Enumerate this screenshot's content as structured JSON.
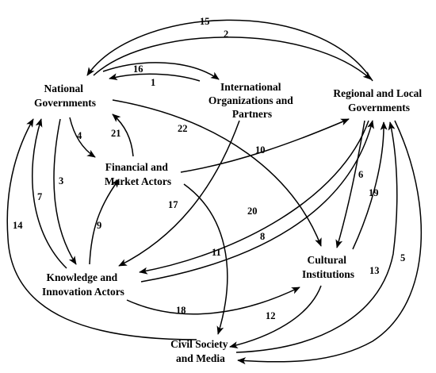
{
  "nodes": {
    "national_governments": {
      "lines": [
        "National",
        "Governments"
      ]
    },
    "international_organizations": {
      "lines": [
        "International",
        "Organizations and",
        "Partners"
      ]
    },
    "regional_local_governments": {
      "lines": [
        "Regional and Local",
        "Governments"
      ]
    },
    "financial_market_actors": {
      "lines": [
        "Financial and",
        "Market Actors"
      ]
    },
    "knowledge_innovation_actors": {
      "lines": [
        "Knowledge and",
        "Innovation Actors"
      ]
    },
    "cultural_institutions": {
      "lines": [
        "Cultural",
        "Institutions"
      ]
    },
    "civil_society_media": {
      "lines": [
        "Civil Society",
        "and Media"
      ]
    }
  },
  "edges": [
    {
      "label": "1",
      "from": "international_organizations",
      "to": "national_governments"
    },
    {
      "label": "2",
      "from": "national_governments",
      "to": "regional_local_governments"
    },
    {
      "label": "3",
      "from": "national_governments",
      "to": "knowledge_innovation_actors"
    },
    {
      "label": "4",
      "from": "national_governments",
      "to": "financial_market_actors"
    },
    {
      "label": "5",
      "from": "regional_local_governments",
      "to": "civil_society_media"
    },
    {
      "label": "6",
      "from": "regional_local_governments",
      "to": "cultural_institutions"
    },
    {
      "label": "7",
      "from": "knowledge_innovation_actors",
      "to": "national_governments"
    },
    {
      "label": "8",
      "from": "knowledge_innovation_actors",
      "to": "regional_local_governments"
    },
    {
      "label": "9",
      "from": "knowledge_innovation_actors",
      "to": "financial_market_actors"
    },
    {
      "label": "10",
      "from": "financial_market_actors",
      "to": "regional_local_governments"
    },
    {
      "label": "11",
      "from": "financial_market_actors",
      "to": "civil_society_media"
    },
    {
      "label": "12",
      "from": "cultural_institutions",
      "to": "civil_society_media"
    },
    {
      "label": "13",
      "from": "civil_society_media",
      "to": "regional_local_governments"
    },
    {
      "label": "14",
      "from": "civil_society_media",
      "to": "national_governments"
    },
    {
      "label": "15",
      "from": "regional_local_governments",
      "to": "national_governments"
    },
    {
      "label": "16",
      "from": "national_governments",
      "to": "international_organizations"
    },
    {
      "label": "17",
      "from": "international_organizations",
      "to": "knowledge_innovation_actors"
    },
    {
      "label": "18",
      "from": "knowledge_innovation_actors",
      "to": "cultural_institutions"
    },
    {
      "label": "19",
      "from": "cultural_institutions",
      "to": "regional_local_governments"
    },
    {
      "label": "20",
      "from": "regional_local_governments",
      "to": "knowledge_innovation_actors"
    },
    {
      "label": "21",
      "from": "financial_market_actors",
      "to": "national_governments"
    },
    {
      "label": "22",
      "from": "national_governments",
      "to": "cultural_institutions"
    }
  ]
}
